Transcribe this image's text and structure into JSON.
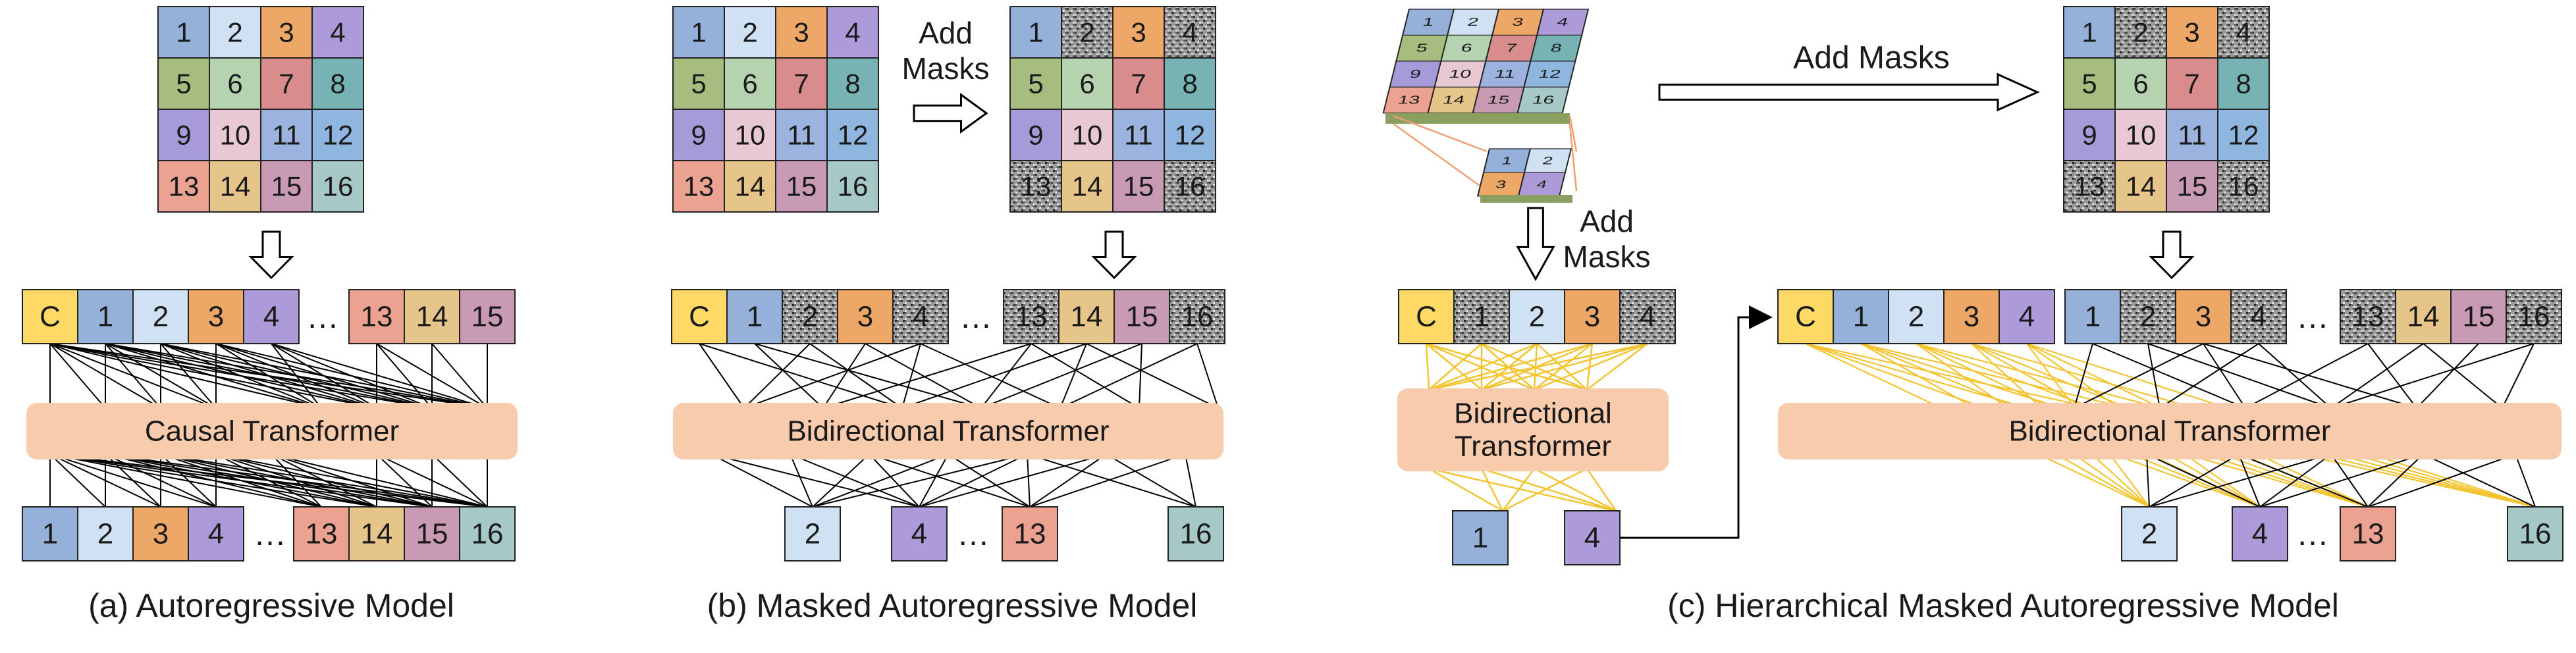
{
  "colors": {
    "c1": "#95b1d9",
    "c2": "#cfe1f2",
    "c3": "#eda868",
    "c4": "#ad9ad8",
    "c5": "#a6bd7f",
    "c6": "#b6d3b0",
    "c7": "#d98c8c",
    "c8": "#77b3b5",
    "c9": "#a79ad8",
    "c10": "#e8c8d3",
    "c11": "#9cb3df",
    "c12": "#8fb6df",
    "c13": "#eba291",
    "c14": "#e6c58a",
    "c15": "#c99ab4",
    "c16": "#a6c8c6",
    "token_C": "#ffd966",
    "token_C_border": "#b8860b",
    "transformer_fill": "#f8cbad",
    "mask_noise": "#808080",
    "yellow_line": "#f4c430",
    "black_line": "#000000"
  },
  "panels": [
    {
      "id": "a",
      "caption": "(a) Autoregressive Model",
      "grid_numbers": [
        "1",
        "2",
        "3",
        "4",
        "5",
        "6",
        "7",
        "8",
        "9",
        "10",
        "11",
        "12",
        "13",
        "14",
        "15",
        "16"
      ],
      "masked": [],
      "input_tokens": [
        "C",
        "1",
        "2",
        "3",
        "4",
        "13",
        "14",
        "15"
      ],
      "ellipsis": "…",
      "transformer": "Causal Transformer",
      "output_tokens": [
        "1",
        "2",
        "3",
        "4",
        "13",
        "14",
        "15",
        "16"
      ]
    },
    {
      "id": "b",
      "caption": "(b) Masked Autoregressive Model",
      "arrow_label": [
        "Add",
        "Masks"
      ],
      "grid_numbers": [
        "1",
        "2",
        "3",
        "4",
        "5",
        "6",
        "7",
        "8",
        "9",
        "10",
        "11",
        "12",
        "13",
        "14",
        "15",
        "16"
      ],
      "masked": [
        "2",
        "4",
        "13",
        "16"
      ],
      "input_tokens": [
        "C",
        "1",
        "2",
        "3",
        "4",
        "13",
        "14",
        "15",
        "16"
      ],
      "ellipsis": "…",
      "transformer": "Bidirectional Transformer",
      "output_tokens": [
        "2",
        "4",
        "13",
        "16"
      ]
    },
    {
      "id": "c",
      "caption": "(c) Hierarchical Masked Autoregressive Model",
      "arrow_label_top": "Add Masks",
      "arrow_label_left": [
        "Add",
        "Masks"
      ],
      "small_grid": [
        "1",
        "2",
        "3",
        "4",
        "5",
        "6",
        "7",
        "8",
        "9",
        "10",
        "11",
        "12",
        "13",
        "14",
        "15",
        "16"
      ],
      "tiny_grid": [
        "1",
        "2",
        "3",
        "4"
      ],
      "left_tokens": [
        "C",
        "1",
        "2",
        "3",
        "4"
      ],
      "left_masked": [
        "1",
        "4"
      ],
      "left_transformer": [
        "Bidirectional",
        "Transformer"
      ],
      "left_outputs": [
        "1",
        "4"
      ],
      "right_cond_tokens": [
        "C",
        "1",
        "2",
        "3",
        "4"
      ],
      "right_tokens": [
        "1",
        "2",
        "3",
        "4",
        "13",
        "14",
        "15",
        "16"
      ],
      "right_masked": [
        "2",
        "4",
        "13",
        "16"
      ],
      "ellipsis": "…",
      "right_transformer": "Bidirectional Transformer",
      "right_outputs": [
        "2",
        "4",
        "13",
        "16"
      ]
    }
  ]
}
